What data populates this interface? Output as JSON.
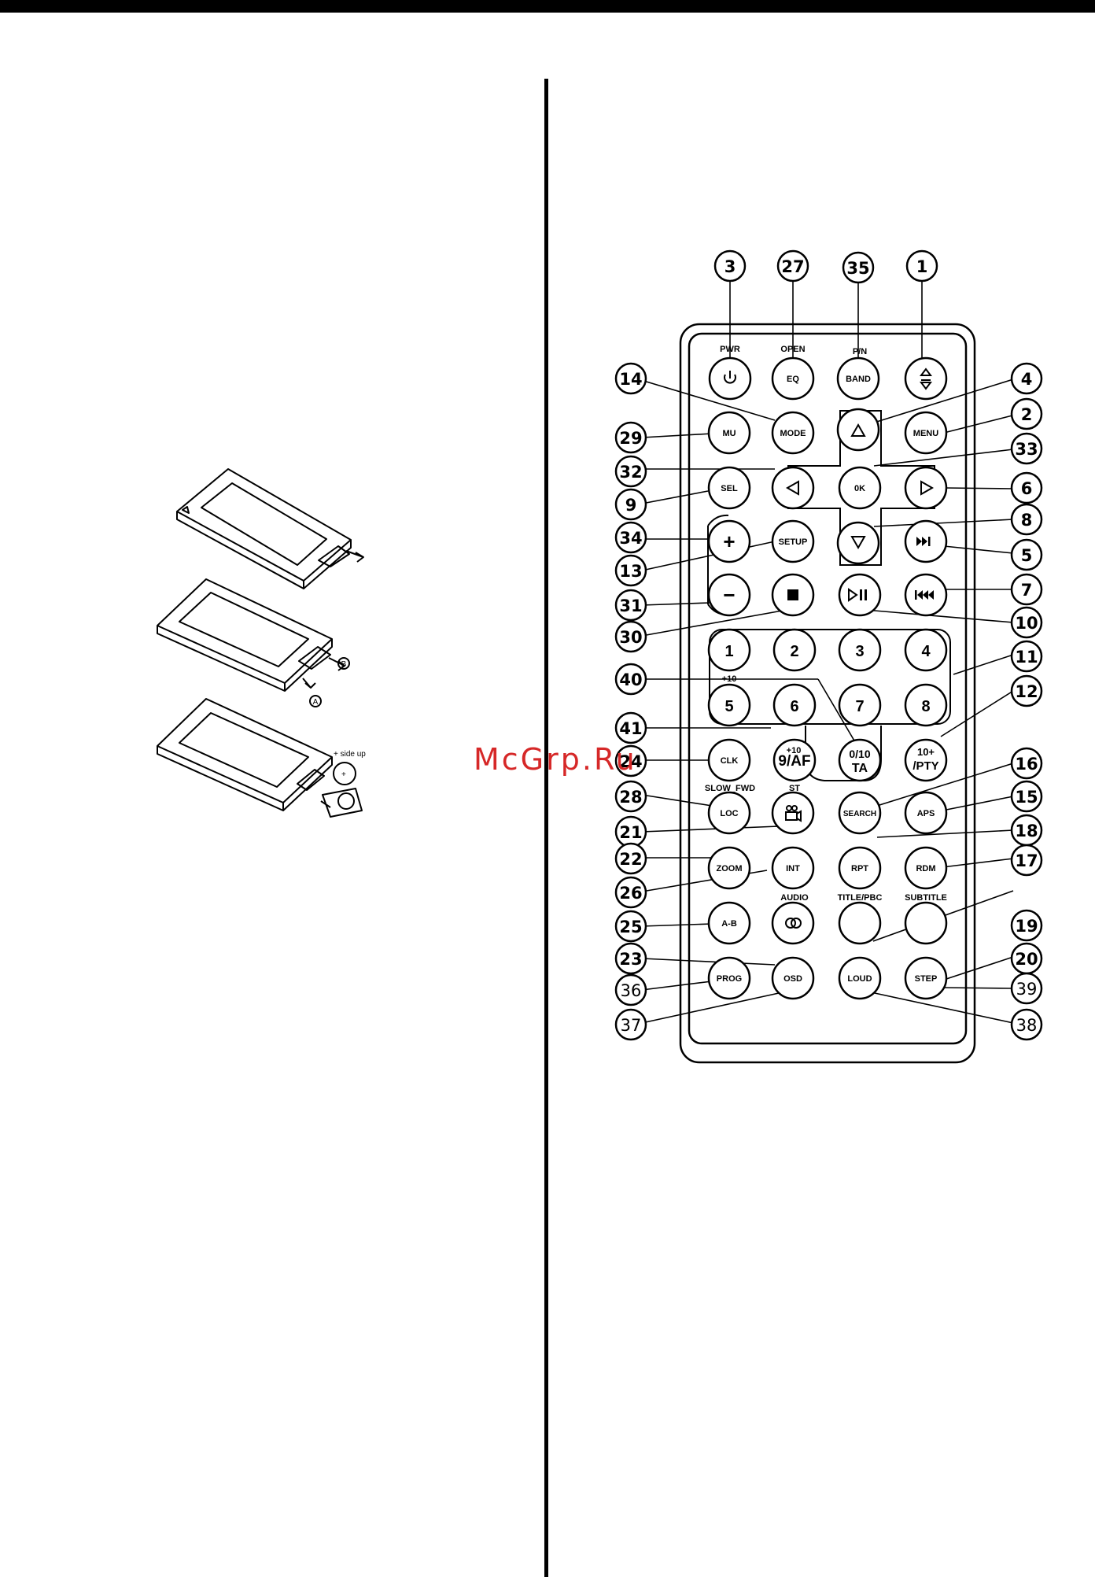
{
  "watermark": "McGrp.Ru",
  "battery_steps": {
    "step_b": "B",
    "step_a": "A",
    "side_up": "+ side up",
    "plus": "+"
  },
  "buttons": {
    "pwr_caption": "PWR",
    "open_caption": "OPEN",
    "eq": "EQ",
    "pn_caption": "P/N",
    "band": "BAND",
    "mode": "MODE",
    "mu": "MU",
    "menu": "MENU",
    "ok": "0K",
    "sel": "SEL",
    "setup": "SETUP",
    "plus": "+",
    "minus": "−",
    "n1": "1",
    "n2": "2",
    "n3": "3",
    "n4": "4",
    "plus10a": "+10",
    "plus10b": "+10",
    "n5": "5",
    "n6": "6",
    "n7": "7",
    "n8": "8",
    "n9af": "9/AF",
    "n010": "0/10",
    "ta": "TA",
    "n10plus": "10+",
    "pty": "/PTY",
    "clk": "CLK",
    "slow_fwd": "SLOW_FWD",
    "st_caption": "ST",
    "loc": "LOC",
    "search": "SEARCH",
    "aps": "APS",
    "zoom": "ZOOM",
    "int": "INT",
    "rpt": "RPT",
    "rdm": "RDM",
    "audio_caption": "AUDIO",
    "title_caption": "TITLE/PBC",
    "subtitle_caption": "SUBTITLE",
    "ab": "A-B",
    "prog": "PROG",
    "osd": "OSD",
    "loud": "LOUD",
    "step": "STEP"
  },
  "callouts": {
    "c1": "1",
    "c2": "2",
    "c3": "3",
    "c4": "4",
    "c5": "5",
    "c6": "6",
    "c7": "7",
    "c8": "8",
    "c9": "9",
    "c10": "10",
    "c11": "11",
    "c12": "12",
    "c13": "13",
    "c14": "14",
    "c15": "15",
    "c16": "16",
    "c17": "17",
    "c18": "18",
    "c19": "19",
    "c20": "20",
    "c21": "21",
    "c22": "22",
    "c23": "23",
    "c24": "24",
    "c25": "25",
    "c26": "26",
    "c27": "27",
    "c28": "28",
    "c29": "29",
    "c30": "30",
    "c31": "31",
    "c32": "32",
    "c33": "33",
    "c34": "34",
    "c35": "35",
    "c36": "36",
    "c37": "37",
    "c38": "38",
    "c39": "39",
    "c40": "40",
    "c41": "41"
  }
}
